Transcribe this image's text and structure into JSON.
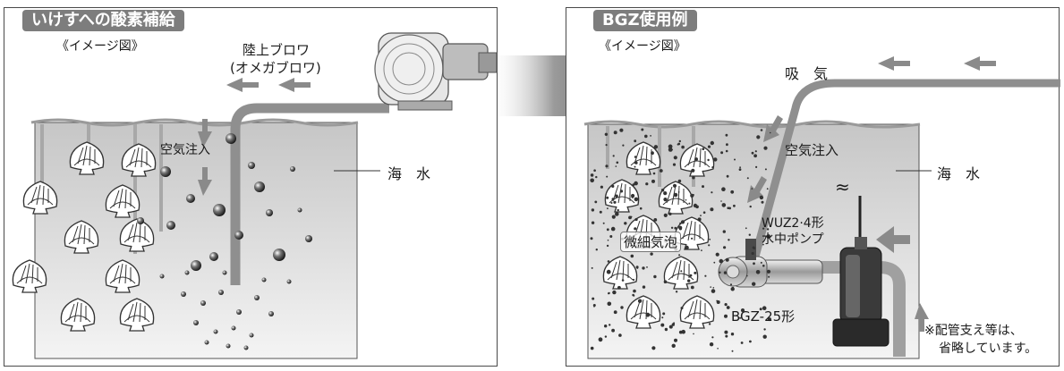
{
  "left": {
    "tag": "いけすへの酸素補給",
    "subtitle": "《イメージ図》",
    "blower_line1": "陸上ブロワ",
    "blower_line2": "(オメガブロワ)",
    "air_in": "空気注入",
    "sea_water": "海　水"
  },
  "right": {
    "tag": "BGZ使用例",
    "subtitle": "《イメージ図》",
    "intake": "吸　気",
    "air_in": "空気注入",
    "sea_water": "海　水",
    "pump_line1": "WUZ2·4形",
    "pump_line2": "水中ポンプ",
    "fine_bubbles": "微細気泡",
    "bgz": "BGZ-25形",
    "note_line1": "※配管支え等は、",
    "note_line2": "省略しています。",
    "wave_mark": "≈"
  },
  "colors": {
    "tag_bg": "#7d7d7d",
    "pipe": "#8f8f8f",
    "water_top": "#c8c8c8",
    "water_bottom": "#f2f2f2"
  },
  "icons": [
    "scallop-icon",
    "blower-icon",
    "pump-icon",
    "flow-arrow-icon",
    "air-bubble-icon"
  ]
}
